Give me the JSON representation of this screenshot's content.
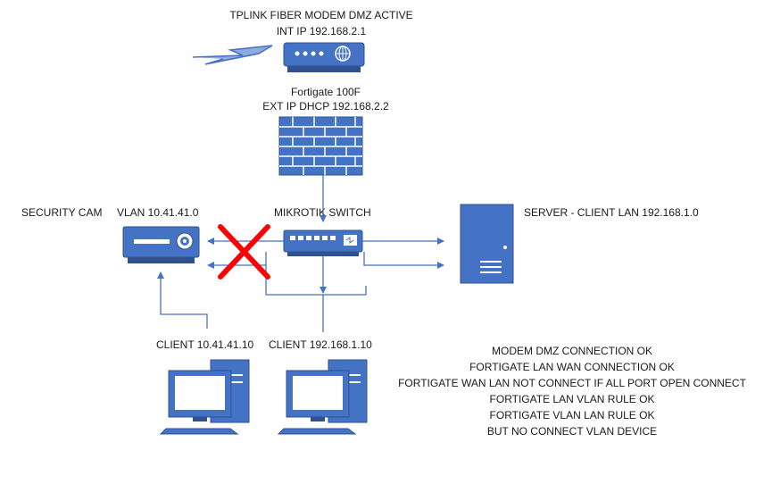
{
  "modem": {
    "title": "TPLINK FIBER MODEM DMZ ACTIVE",
    "ip": "INT IP 192.168.2.1"
  },
  "firewall": {
    "title": "Fortigate 100F",
    "ip": "EXT IP DHCP 192.168.2.2"
  },
  "security_cam": {
    "title": "SECURITY CAM",
    "vlan": "VLAN 10.41.41.0"
  },
  "switch": {
    "title": "MIKROTIK SWITCH"
  },
  "server": {
    "title": "SERVER - CLIENT  LAN 192.168.1.0"
  },
  "clients": [
    {
      "title": "CLIENT 10.41.41.10"
    },
    {
      "title": "CLIENT 192.168.1.10"
    }
  ],
  "status_notes": [
    "MODEM DMZ CONNECTION OK",
    "FORTIGATE LAN WAN CONNECTION OK",
    "FORTIGATE WAN LAN NOT CONNECT IF ALL PORT OPEN CONNECT",
    "FORTIGATE LAN VLAN RULE OK",
    "FORTIGATE VLAN LAN RULE OK",
    "BUT NO CONNECT VLAN DEVICE"
  ],
  "colors": {
    "device_blue": "#4472c4",
    "device_dark": "#2f528f",
    "connector": "#4472c4",
    "blocked_cross": "#ff0000"
  },
  "icons": {
    "modem": "modem-icon",
    "firewall": "firewall-icon",
    "camera": "security-camera-icon",
    "switch": "network-switch-icon",
    "server": "server-icon",
    "client": "desktop-computer-icon",
    "blocked": "red-x-blocked-icon"
  }
}
